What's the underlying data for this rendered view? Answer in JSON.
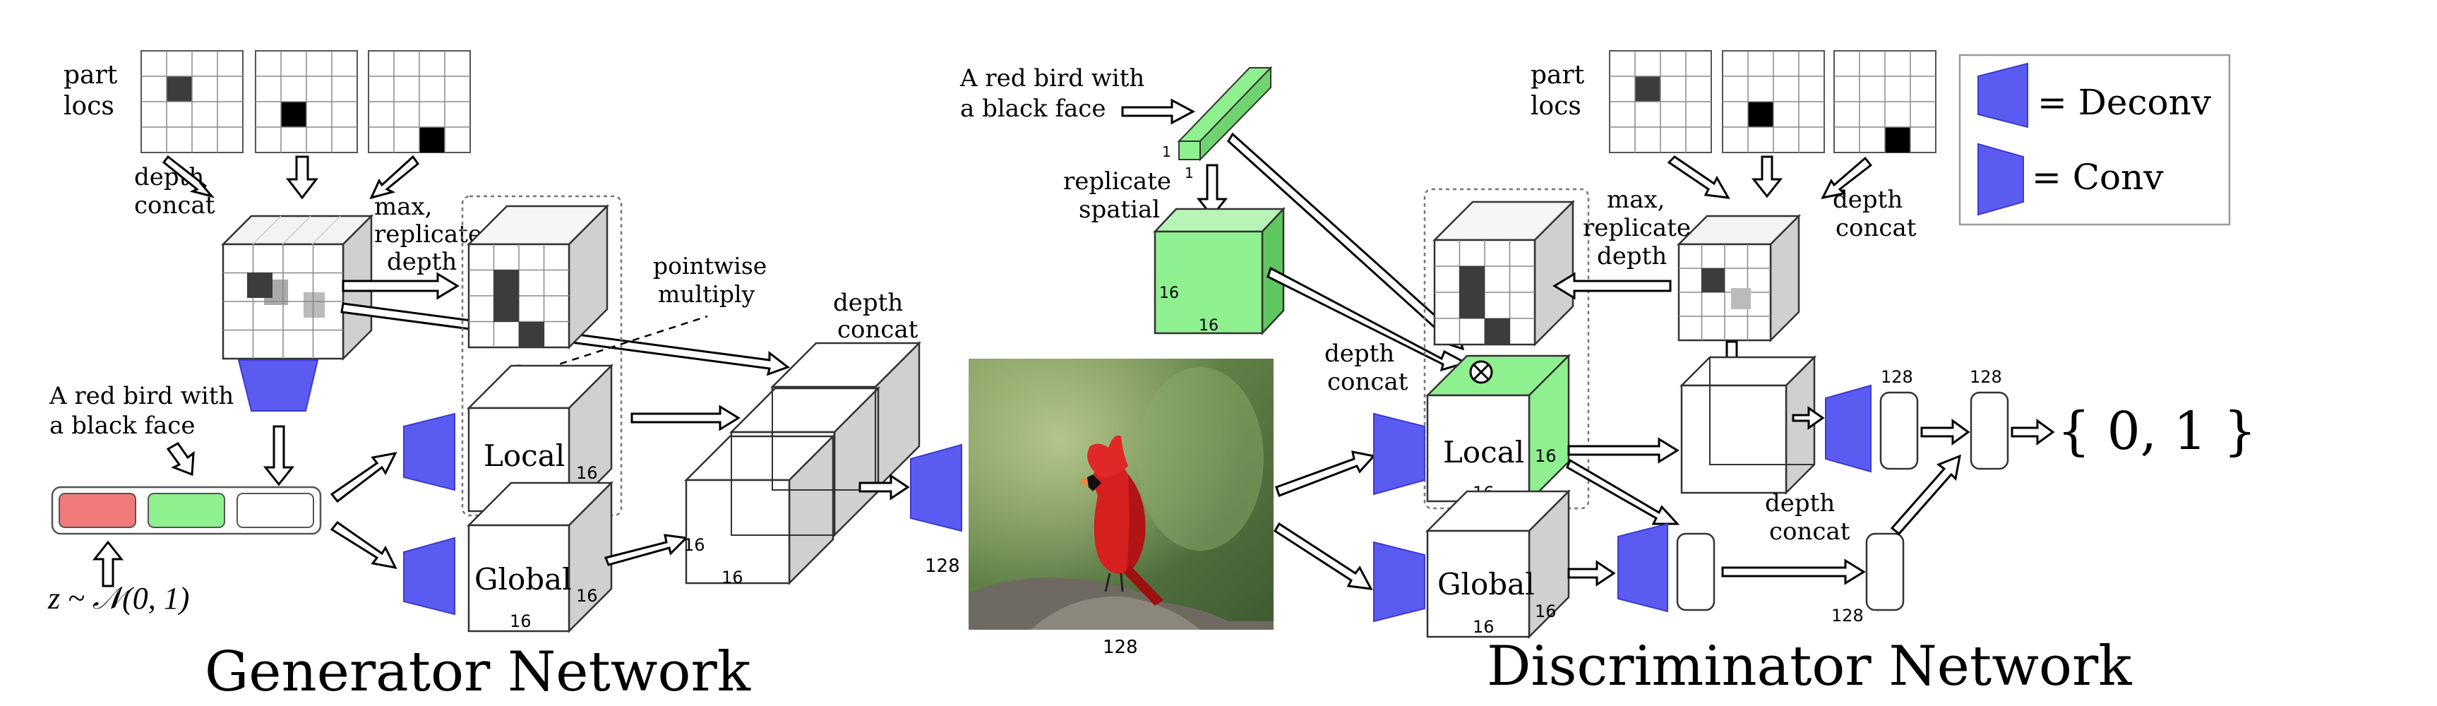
{
  "generator": {
    "part_locs_label": [
      "part",
      "locs"
    ],
    "depth_concat_1": [
      "depth",
      "concat"
    ],
    "max_replicate": [
      "max,",
      "replicate",
      "depth"
    ],
    "pointwise": [
      "pointwise",
      "multiply"
    ],
    "depth_concat_2": [
      "depth",
      "concat"
    ],
    "text_input": [
      "A red bird with",
      "a black face"
    ],
    "noise": "z ~ 𝒩(0, 1)",
    "local_label": "Local",
    "global_label": "Global",
    "dim_16": "16",
    "title": "Generator Network"
  },
  "image": {
    "size_label_left": "128",
    "size_label_bottom": "128"
  },
  "discriminator": {
    "text_input": [
      "A red bird with",
      "a black face"
    ],
    "text_dims": [
      "1",
      "1"
    ],
    "replicate_spatial": [
      "replicate",
      "spatial"
    ],
    "depth_concat_left": [
      "depth",
      "concat"
    ],
    "part_locs_label": [
      "part",
      "locs"
    ],
    "max_replicate": [
      "max,",
      "replicate",
      "depth"
    ],
    "depth_concat_right": [
      "depth",
      "concat"
    ],
    "depth_concat_bottom": [
      "depth",
      "concat"
    ],
    "local_label": "Local",
    "global_label": "Global",
    "dim_16": "16",
    "dim_128": "128",
    "output": "{ 0, 1 }",
    "title": "Discriminator Network"
  },
  "legend": {
    "deconv": "= Deconv",
    "conv": "= Conv"
  },
  "colors": {
    "conv_blue": "#5b5bf2",
    "green": "#8ff08f",
    "red_bar": "#f07a7a",
    "dark_cell": "#3c3c3c",
    "face_grey": "#d0d0d0"
  }
}
